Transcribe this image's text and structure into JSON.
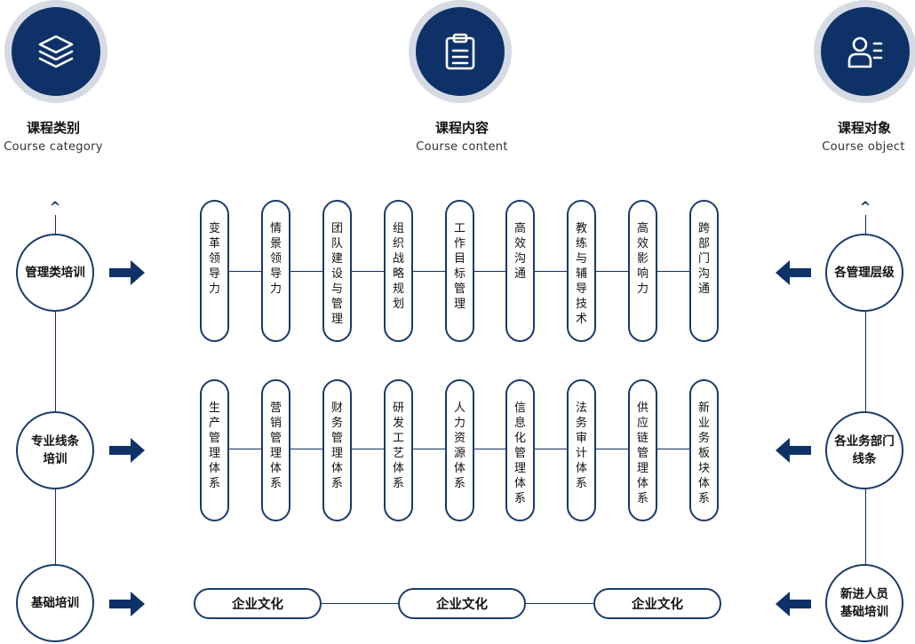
{
  "headers": {
    "category": {
      "title": "课程类别",
      "subtitle": "Course category"
    },
    "content": {
      "title": "课程内容",
      "subtitle": "Course content"
    },
    "object": {
      "title": "课程对象",
      "subtitle": "Course object"
    }
  },
  "left_column": {
    "top_caret": "^",
    "items": [
      "管理类培训",
      "专业线条\n培训",
      "基础培训"
    ]
  },
  "right_column": {
    "top_caret": "^",
    "items": [
      "各管理层级",
      "各业务部门\n线条",
      "新进人员\n基础培训"
    ]
  },
  "row1_pills": [
    "变革领导力",
    "情景领导力",
    "团队建设与管理",
    "组织战略规划",
    "工作目标管理",
    "高效沟通",
    "教练与辅导技术",
    "高效影响力",
    "跨部门沟通"
  ],
  "row2_pills": [
    "生产管理体系",
    "营销管理体系",
    "财务管理体系",
    "研发工艺体系",
    "人力资源体系",
    "信息化管理体系",
    "法务审计体系",
    "供应链管理体系",
    "新业务板块体系"
  ],
  "row3_pills": [
    "企业文化",
    "企业文化",
    "企业文化"
  ],
  "colors": {
    "navy": "#0e3268",
    "ring": "#d6dbe3",
    "line": "#12305f"
  },
  "icons": {
    "category": "layers-icon",
    "content": "clipboard-icon",
    "object": "user-list-icon"
  }
}
